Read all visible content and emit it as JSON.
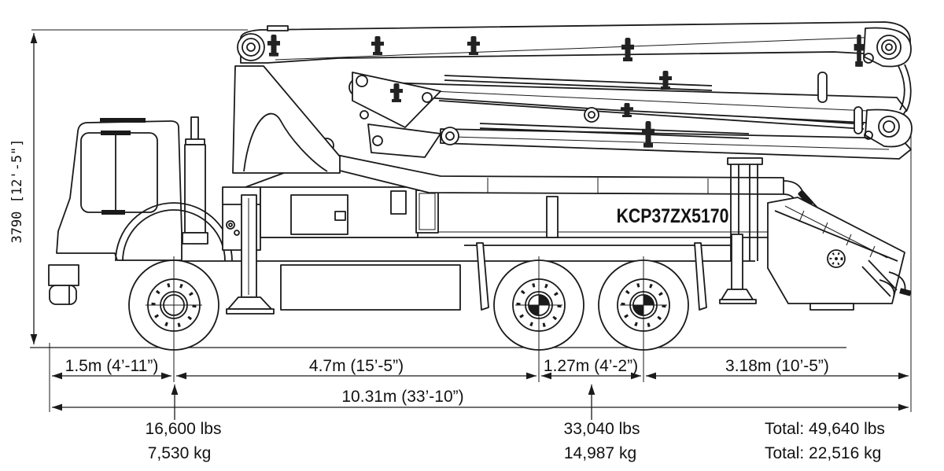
{
  "diagram": {
    "model_label": "KCP37ZX5170",
    "vertical_dimension": "3790 [12'-5\"]",
    "dims": {
      "front_overhang": "1.5m (4’-11”)",
      "wheelbase": "4.7m (15’-5”)",
      "rear_axle_spacing": "1.27m (4’-2”)",
      "rear_overhang": "3.18m (10’-5”)",
      "overall_length": "10.31m (33’-10”)"
    },
    "weights": {
      "front_lbs": "16,600 lbs",
      "front_kg": "7,530 kg",
      "rear_lbs": "33,040 lbs",
      "rear_kg": "14,987 kg",
      "total_lbs": "Total: 49,640 lbs",
      "total_kg": "Total: 22,516 kg"
    },
    "colors": {
      "line": "#1a1a1a",
      "background": "#ffffff"
    }
  }
}
